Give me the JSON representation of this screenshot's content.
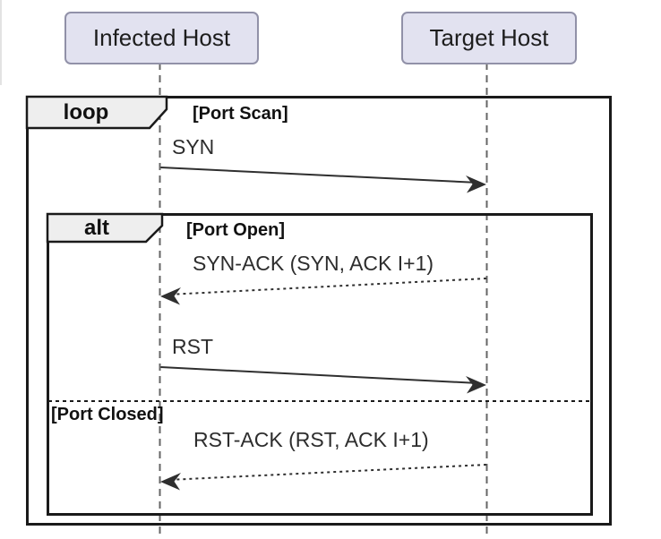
{
  "diagram_type": "uml-sequence-diagram",
  "participants": [
    {
      "label": "Infected Host"
    },
    {
      "label": "Target Host"
    }
  ],
  "loop_frame": {
    "operator": "loop",
    "condition": "[Port Scan]"
  },
  "alt_frame": {
    "operator": "alt",
    "condition": "[Port Open]",
    "else_condition": "[Port Closed]"
  },
  "messages": [
    {
      "label": "SYN",
      "from": "Infected Host",
      "to": "Target Host",
      "line": "solid"
    },
    {
      "label": "SYN-ACK (SYN, ACK I+1)",
      "from": "Target Host",
      "to": "Infected Host",
      "line": "dotted"
    },
    {
      "label": "RST",
      "from": "Infected Host",
      "to": "Target Host",
      "line": "solid"
    },
    {
      "label": "RST-ACK (RST, ACK I+1)",
      "from": "Target Host",
      "to": "Infected Host",
      "line": "dotted"
    }
  ],
  "colors": {
    "participant_fill": "#e2e2f0",
    "participant_border": "#9191a8",
    "frame_border": "#1a1a1a",
    "pentagon_fill": "#eeeeee",
    "lifeline": "#666666",
    "arrow": "#2f2f2f",
    "text": "#1d1d1d"
  }
}
